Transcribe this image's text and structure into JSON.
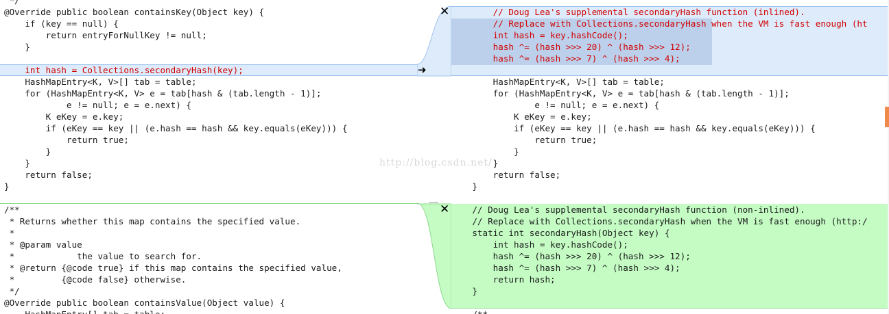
{
  "left_pane": {
    "lines": [
      {
        "t": " */"
      },
      {
        "t": "@Override public boolean containsKey(Object key) {"
      },
      {
        "t": "    if (key == null) {"
      },
      {
        "t": "        return entryForNullKey != null;"
      },
      {
        "t": "    }"
      },
      {
        "t": ""
      },
      {
        "t": "    int hash = Collections.secondaryHash(key);"
      },
      {
        "t": "    HashMapEntry<K, V>[] tab = table;"
      },
      {
        "t": "    for (HashMapEntry<K, V> e = tab[hash & (tab.length - 1)];"
      },
      {
        "t": "            e != null; e = e.next) {"
      },
      {
        "t": "        K eKey = e.key;"
      },
      {
        "t": "        if (eKey == key || (e.hash == hash && key.equals(eKey))) {"
      },
      {
        "t": "            return true;"
      },
      {
        "t": "        }"
      },
      {
        "t": "    }"
      },
      {
        "t": "    return false;"
      },
      {
        "t": "}"
      },
      {
        "t": ""
      },
      {
        "t": "/**"
      },
      {
        "t": " * Returns whether this map contains the specified value."
      },
      {
        "t": " *"
      },
      {
        "t": " * @param value"
      },
      {
        "t": " *            the value to search for."
      },
      {
        "t": " * @return {@code true} if this map contains the specified value,"
      },
      {
        "t": " *         {@code false} otherwise."
      },
      {
        "t": " */"
      },
      {
        "t": "@Override public boolean containsValue(Object value) {"
      },
      {
        "t": "    HashMapEntry[] tab = table;"
      }
    ]
  },
  "right_pane": {
    "blue_block": [
      "        // Doug Lea's supplemental secondaryHash function (inlined).",
      "        // Replace with Collections.secondaryHash when the VM is fast enough (ht",
      "        int hash = key.hashCode();",
      "        hash ^= (hash >>> 20) ^ (hash >>> 12);",
      "        hash ^= (hash >>> 7) ^ (hash >>> 4);"
    ],
    "mid_lines": [
      "",
      "        HashMapEntry<K, V>[] tab = table;",
      "        for (HashMapEntry<K, V> e = tab[hash & (tab.length - 1)];",
      "                e != null; e = e.next) {",
      "            K eKey = e.key;",
      "            if (eKey == key || (e.hash == hash && key.equals(eKey))) {",
      "                return true;",
      "            }",
      "        }",
      "        return false;",
      "    }",
      ""
    ],
    "green_block": [
      "    // Doug Lea's supplemental secondaryHash function (non-inlined).",
      "    // Replace with Collections.secondaryHash when the VM is fast enough (http:/",
      "    static int secondaryHash(Object key) {",
      "        int hash = key.hashCode();",
      "        hash ^= (hash >>> 20) ^ (hash >>> 12);",
      "        hash ^= (hash >>> 7) ^ (hash >>> 4);",
      "        return hash;",
      "    }",
      ""
    ],
    "tail": [
      "    /**"
    ]
  },
  "gutter": {
    "delete_icon": "✕",
    "apply_arrow": "➜"
  },
  "watermark": "http://blog.csdn.net/",
  "colors": {
    "changed_bg": "#deebfa",
    "added_bg": "#c4fcc4",
    "changed_text": "#d00000",
    "marker": "#f08a4b"
  }
}
